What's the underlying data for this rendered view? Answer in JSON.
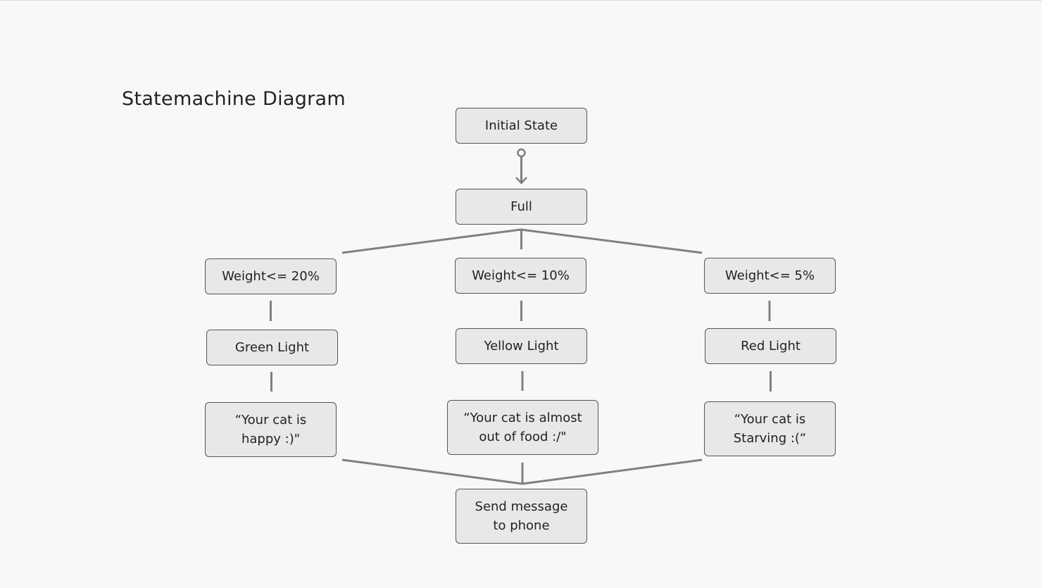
{
  "title": "Statemachine Diagram",
  "colors": {
    "background": "#f8f8f8",
    "node_fill": "#e8e8e8",
    "node_border": "#555555",
    "edge": "#808080"
  },
  "states": {
    "initial": "Initial State",
    "full": "Full",
    "w20": "Weight<= 20%",
    "w10": "Weight<= 10%",
    "w5": "Weight<= 5%",
    "green": "Green Light",
    "yellow": "Yellow Light",
    "red": "Red Light",
    "msg_happy": "“Your cat is\nhappy :)\"",
    "msg_almost": "“Your cat is almost\nout of food :/\"",
    "msg_starving": "“Your cat is\nStarving :(“",
    "send": "Send message\nto phone"
  }
}
